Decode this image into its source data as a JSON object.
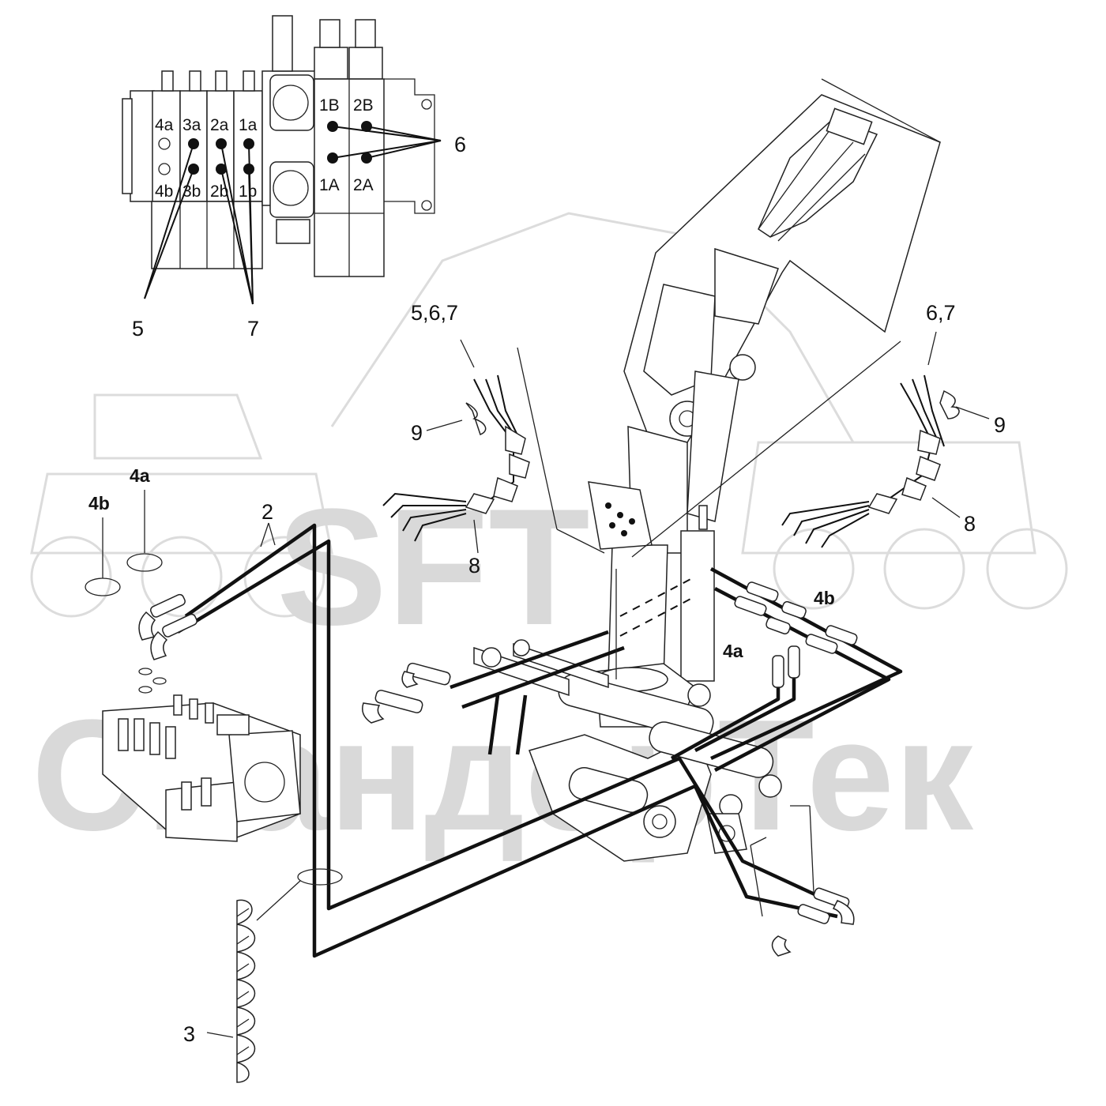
{
  "watermark": {
    "logo_text": "SFT",
    "brand_text": "СпандорТек"
  },
  "valve_ports": {
    "top_row": [
      "4a",
      "3a",
      "2a",
      "1a"
    ],
    "bottom_row": [
      "4b",
      "3b",
      "2b",
      "1b"
    ],
    "right_top": [
      "1B",
      "2B"
    ],
    "right_bottom": [
      "1A",
      "2A"
    ]
  },
  "callouts": {
    "item_2": "2",
    "item_3": "3",
    "item_4a": "4a",
    "item_4b": "4b",
    "item_5": "5",
    "item_6": "6",
    "item_7": "7",
    "item_567": "5,6,7",
    "item_67": "6,7",
    "item_8_left": "8",
    "item_8_right": "8",
    "item_9_left": "9",
    "item_9_right": "9",
    "item_4a_bold": "4a",
    "item_4b_bold": "4b"
  },
  "colors": {
    "line": "#111111",
    "watermark": "#d9d9d9",
    "background": "#ffffff"
  }
}
